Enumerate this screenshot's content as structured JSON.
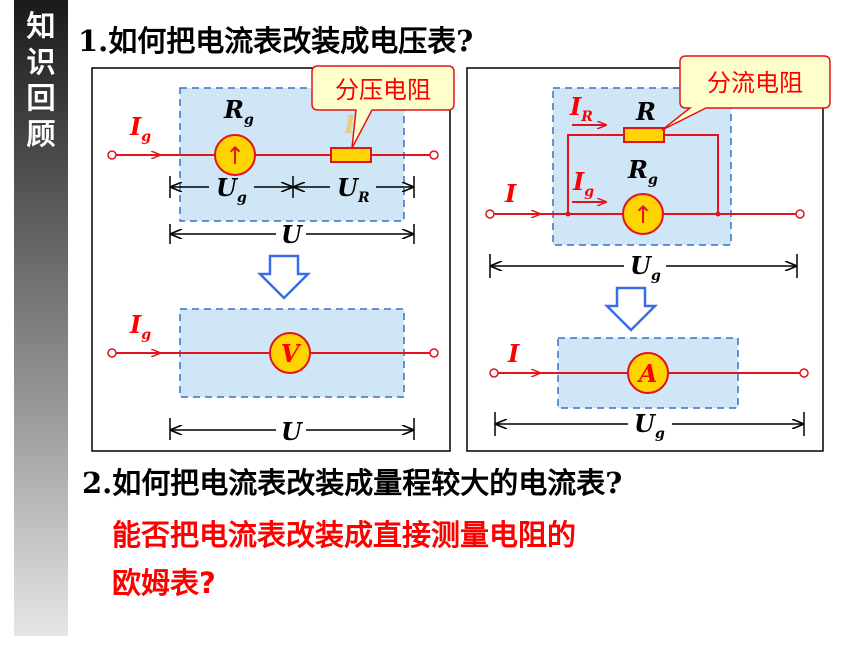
{
  "sidebar": {
    "chars": [
      "知",
      "识",
      "回",
      "顾"
    ]
  },
  "questions": {
    "q1": "1.如何把电流表改装成电压表?",
    "q2": "2.如何把电流表改装成量程较大的电流表?",
    "q3_line1": "能否把电流表改装成直接测量电阻的",
    "q3_line2": "欧姆表?"
  },
  "left_diagram": {
    "callout": "分压电阻",
    "rg": "R",
    "rg_sub": "g",
    "r_ghost": "R",
    "ig": "I",
    "ig_sub": "g",
    "ug": "U",
    "ug_sub": "g",
    "ur": "U",
    "ur_sub": "R",
    "u": "U",
    "meter_symbol": "↑",
    "result_meter": "V",
    "ig2": "I",
    "ig2_sub": "g",
    "u2": "U"
  },
  "right_diagram": {
    "callout": "分流电阻",
    "ir": "I",
    "ir_sub": "R",
    "r": "R",
    "rg": "R",
    "rg_sub": "g",
    "i": "I",
    "ig": "I",
    "ig_sub": "g",
    "meter_symbol": "↑",
    "ug": "U",
    "ug_sub": "g",
    "result_meter": "A",
    "i2": "I",
    "ug2": "U",
    "ug2_sub": "g"
  },
  "colors": {
    "wire": "#e0141e",
    "box": "#cfe6f7",
    "dash": "#3a70c8",
    "meter": "#ffd400",
    "arrow": "#3a6ee8",
    "callout": "#ffffcc"
  }
}
